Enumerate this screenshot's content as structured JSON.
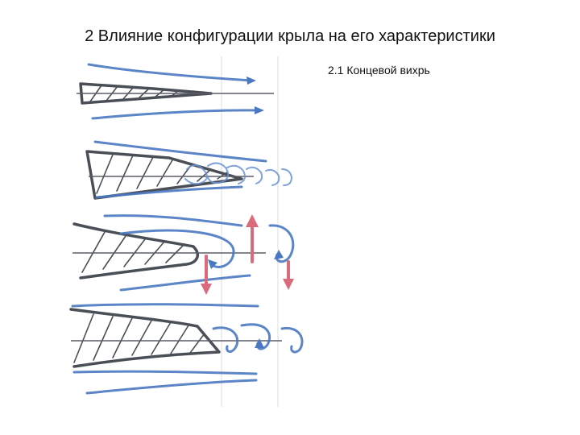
{
  "slide": {
    "title": "2 Влияние конфигурации крыла на его характеристики",
    "subtitle": "2.1 Концевой вихрь"
  },
  "colors": {
    "flow_lines": "#4a78c2",
    "wing_outline": "#4a4f57",
    "vertical_arrows": "#d96b7c",
    "background": "#ffffff"
  },
  "figure": {
    "description_icon": "hand-drawn-wingtip-vortex-sketch",
    "panels": [
      "panel-1",
      "panel-2",
      "panel-3",
      "panel-4"
    ]
  }
}
